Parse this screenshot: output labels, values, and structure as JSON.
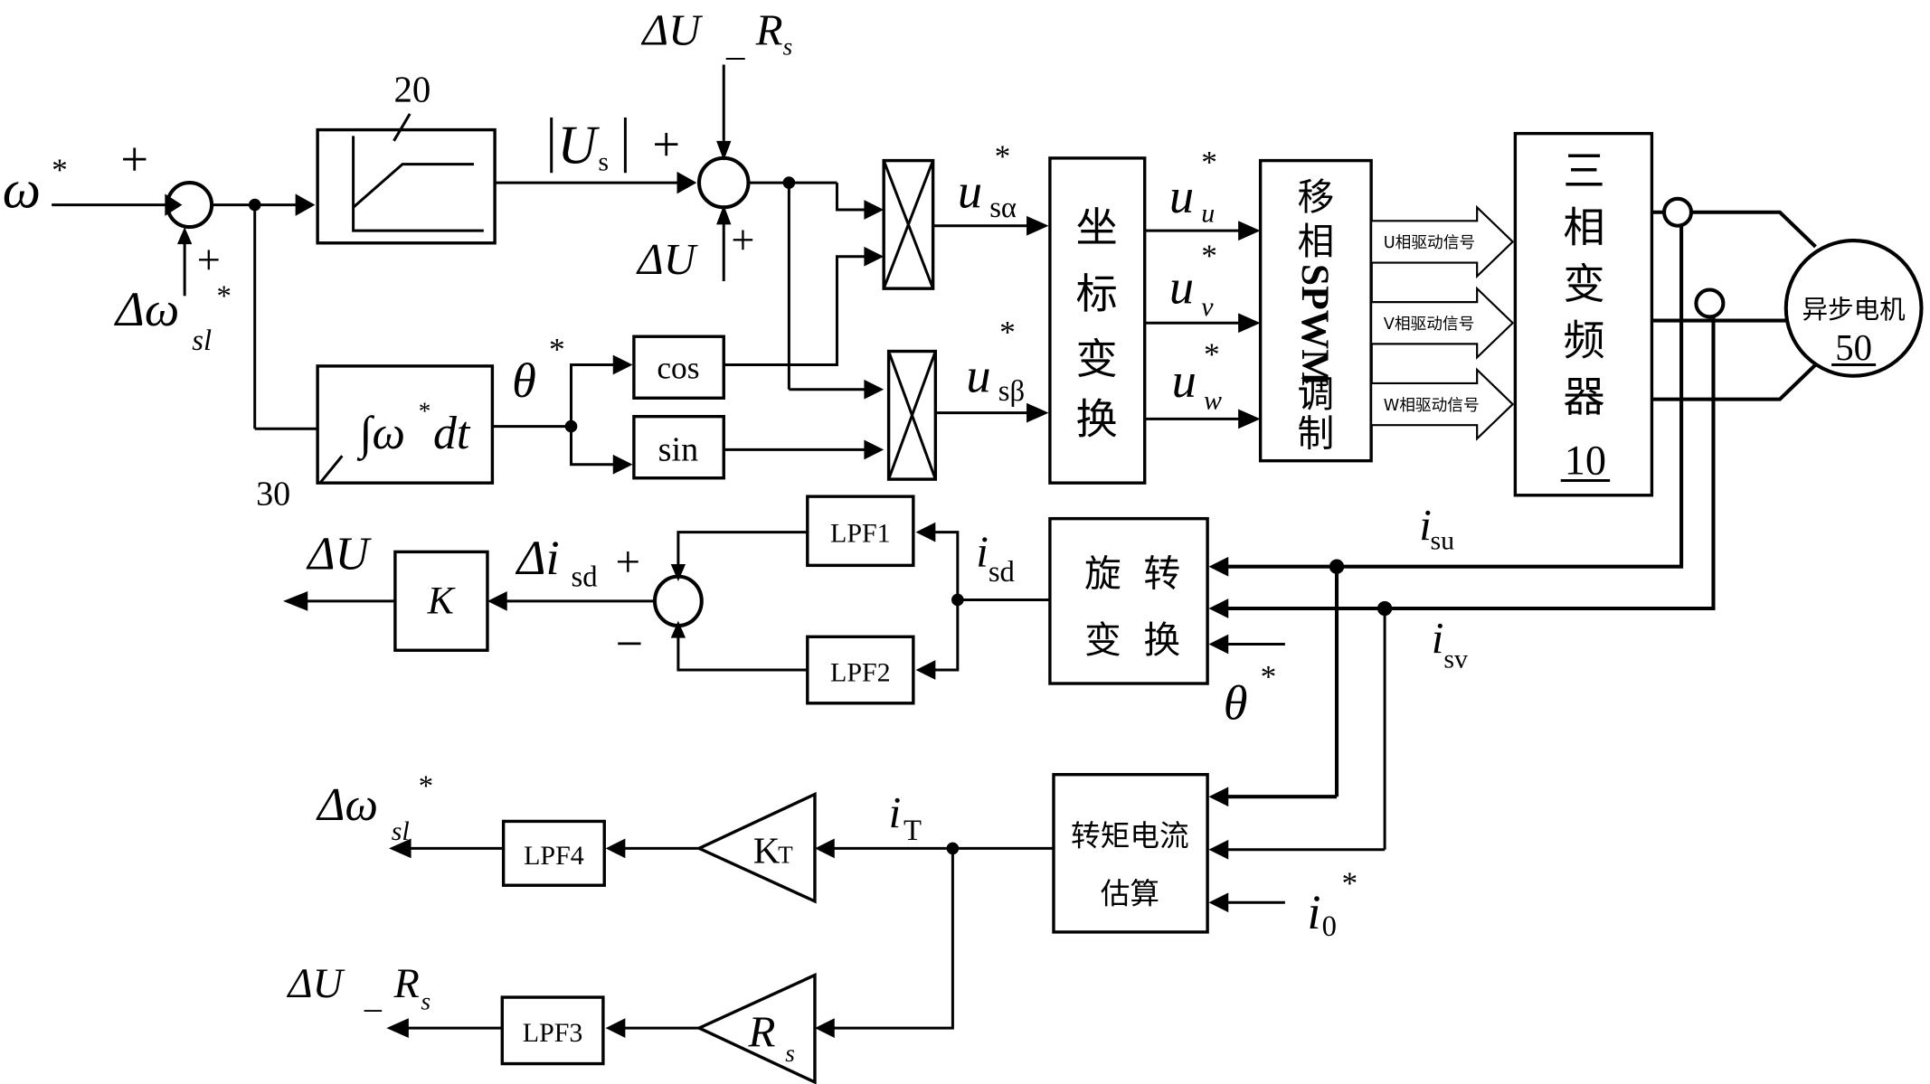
{
  "diagram": {
    "inputs": {
      "omega_ref": "ω",
      "star": "*",
      "delta_omega_sl": "Δω",
      "sub_sl": "sl",
      "plus": "+",
      "minus": "−"
    },
    "blocks": {
      "limiter": {
        "ref": "20"
      },
      "integrator": {
        "label_int": "∫ω",
        "label_dt": "dt",
        "ref": "30"
      },
      "cos": "cos",
      "sin": "sin",
      "coord_transform": [
        "坐",
        "标",
        "变",
        "换"
      ],
      "spwm": [
        "移",
        "相",
        "SPWM",
        "调",
        "制"
      ],
      "inverter": {
        "chars": [
          "三",
          "相",
          "变",
          "频",
          "器"
        ],
        "ref": "10"
      },
      "motor": {
        "label": "异步电机",
        "ref": "50"
      },
      "rotation_transform": [
        "旋",
        "转",
        "变",
        "换"
      ],
      "torque_estimation": [
        "转矩电流",
        "估算"
      ],
      "lpf1": "LPF1",
      "lpf2": "LPF2",
      "lpf3": "LPF3",
      "lpf4": "LPF4",
      "gain_k": "K",
      "gain_kt": "K",
      "gain_kt_sub": "T",
      "gain_rs": "R",
      "gain_rs_sub": "s"
    },
    "signals": {
      "us_mag": "U",
      "us_sub": "s",
      "delta_u_rs": "ΔU",
      "rs": "R",
      "rs_sub": "s",
      "delta_u": "ΔU",
      "theta": "θ",
      "u": "u",
      "sa": "sα",
      "sb": "sβ",
      "uu_sub": "u",
      "uv_sub": "v",
      "uw_sub": "w",
      "drive_u": "U相驱动信号",
      "drive_v": "V相驱动信号",
      "drive_w": "W相驱动信号",
      "i": "i",
      "isu_sub": "su",
      "isv_sub": "sv",
      "isd_sub": "sd",
      "delta_i": "Δi",
      "it_sub": "T",
      "i0_sub": "0",
      "out_delta_u": "ΔU",
      "out_delta_omega": "Δω",
      "out_delta_u_rs": "ΔU",
      "underscore": "_"
    }
  }
}
